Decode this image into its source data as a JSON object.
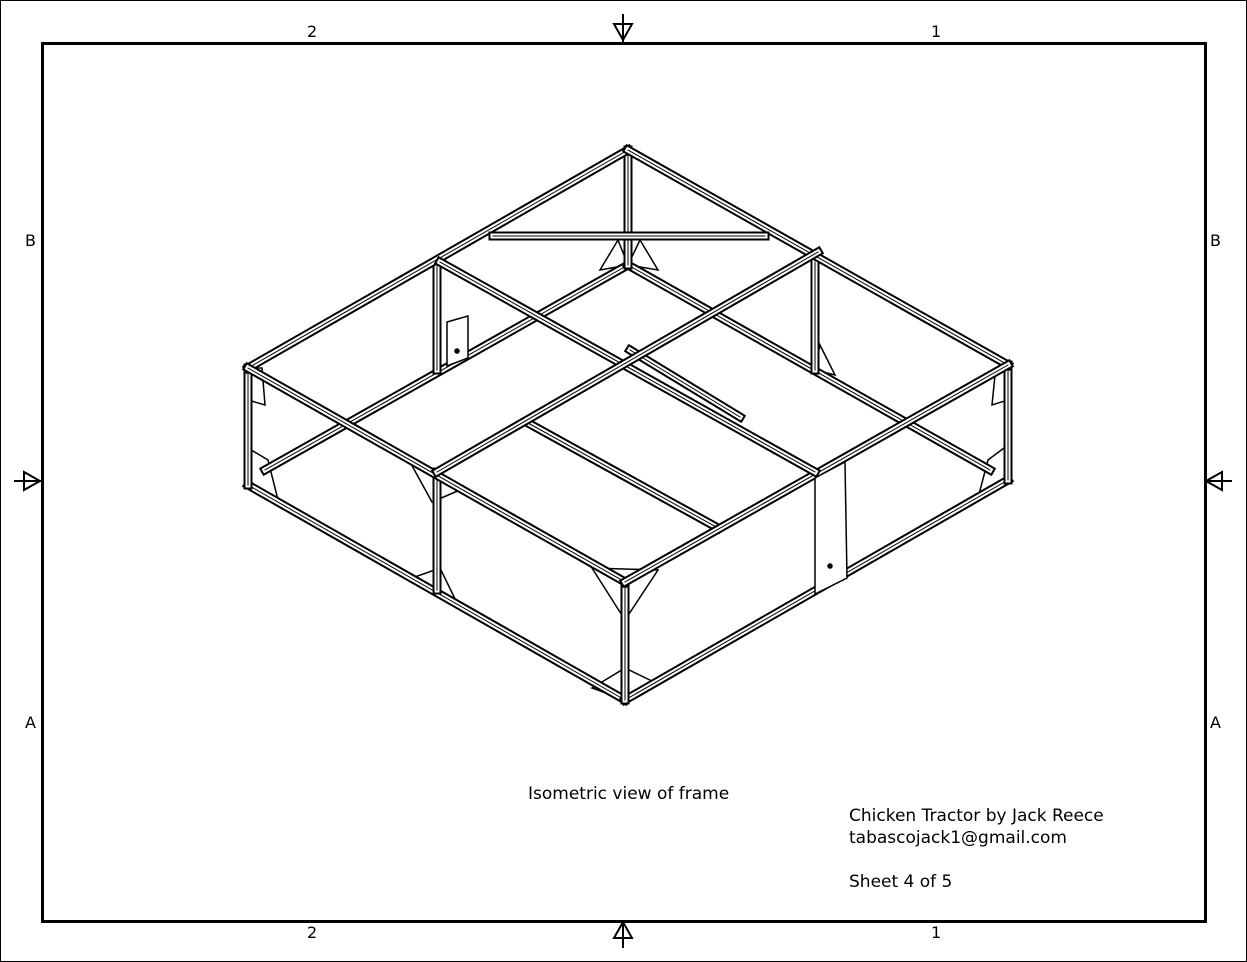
{
  "zones": {
    "top_left": "2",
    "top_right": "1",
    "bottom_left": "2",
    "bottom_right": "1",
    "left_upper": "B",
    "left_lower": "A",
    "right_upper": "B",
    "right_lower": "A"
  },
  "view_title": "Isometric view of frame",
  "title_block": {
    "title": "Chicken Tractor by Jack Reece",
    "email": "tabascojack1@gmail.com",
    "sheet": "Sheet 4 of 5"
  },
  "colors": {
    "line": "#000000",
    "paper": "#ffffff"
  }
}
